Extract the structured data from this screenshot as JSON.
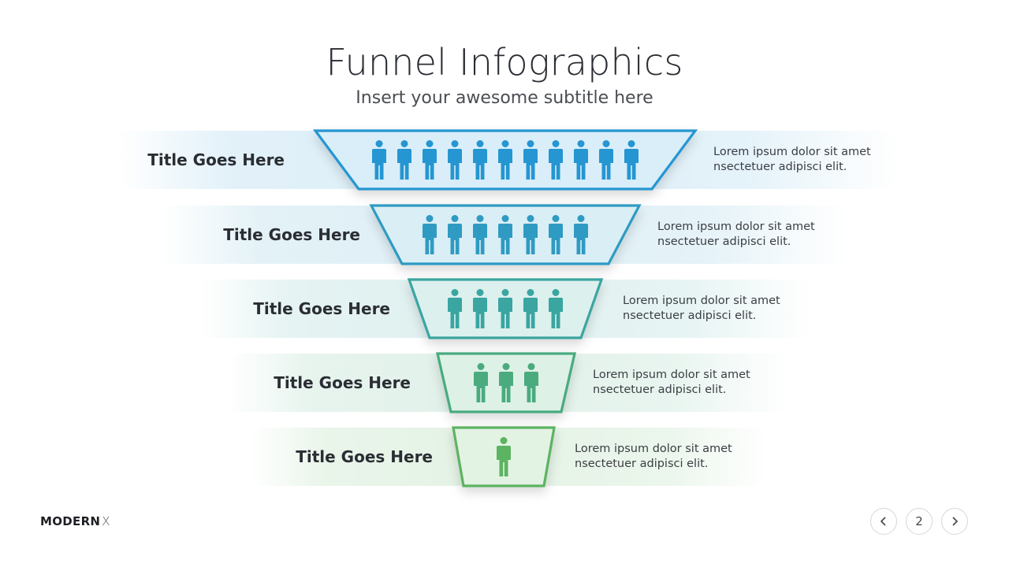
{
  "header": {
    "title": "Funnel Infographics",
    "subtitle": "Insert your awesome subtitle here"
  },
  "funnel": {
    "stages": [
      {
        "title": "Title Goes Here",
        "desc_line1": "Lorem ipsum dolor sit amet",
        "desc_line2": "nsectetuer adipisci elit.",
        "people": 11,
        "color": "#2596d1",
        "fill": "#d9eef9"
      },
      {
        "title": "Title Goes Here",
        "desc_line1": "Lorem ipsum dolor sit amet",
        "desc_line2": "nsectetuer adipisci elit.",
        "people": 7,
        "color": "#2f9bc2",
        "fill": "#daeef6"
      },
      {
        "title": "Title Goes Here",
        "desc_line1": "Lorem ipsum dolor sit amet",
        "desc_line2": "nsectetuer adipisci elit.",
        "people": 5,
        "color": "#3aa5a1",
        "fill": "#dcf0ee"
      },
      {
        "title": "Title Goes Here",
        "desc_line1": "Lorem ipsum dolor sit amet",
        "desc_line2": "nsectetuer adipisci elit.",
        "people": 3,
        "color": "#4aab7f",
        "fill": "#def1e6"
      },
      {
        "title": "Title Goes Here",
        "desc_line1": "Lorem ipsum dolor sit amet",
        "desc_line2": "nsectetuer adipisci elit.",
        "people": 1,
        "color": "#5cb362",
        "fill": "#e3f3e3"
      }
    ]
  },
  "footer": {
    "brand": "MODERN",
    "brand_suffix": "X",
    "page_number": "2",
    "prev_icon": "chevron-left-icon",
    "next_icon": "chevron-right-icon"
  }
}
